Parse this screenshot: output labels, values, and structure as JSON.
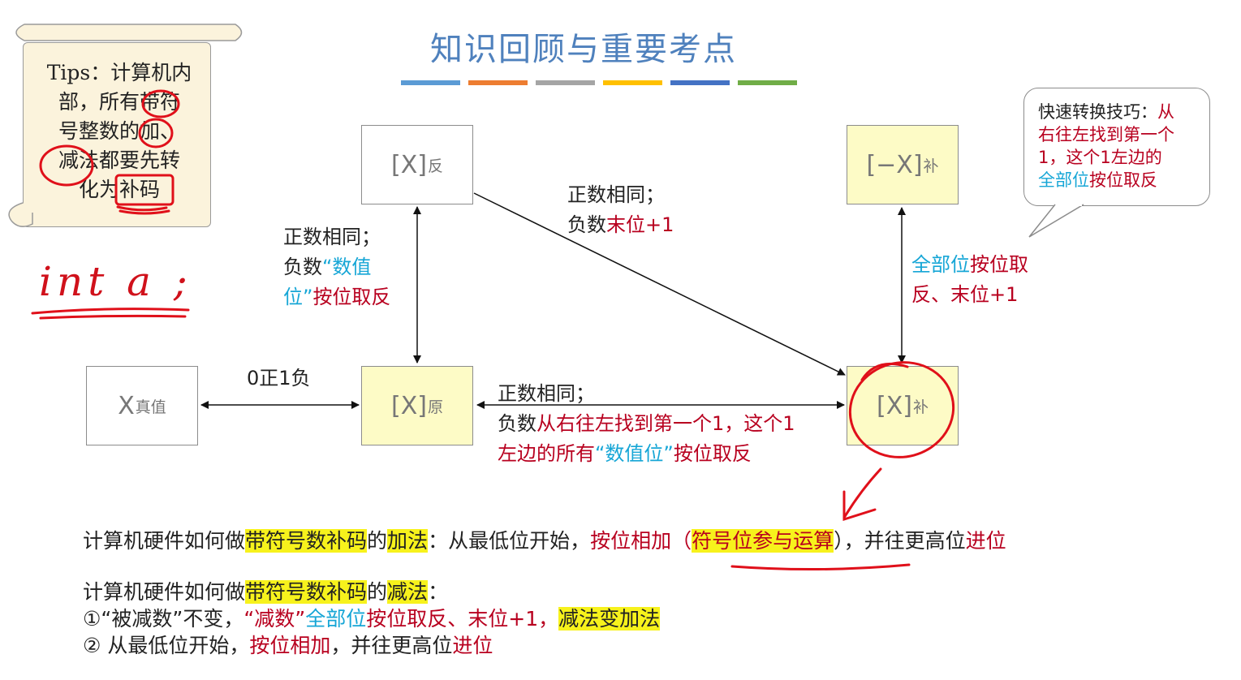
{
  "header": {
    "title": "知识回顾与重要考点",
    "accent_colors": [
      "#5b9bd5",
      "#ed7d31",
      "#a5a5a5",
      "#ffc000",
      "#4472c4",
      "#70ad47"
    ]
  },
  "tips": {
    "lines": [
      "Tips：计算机内",
      "部，所有带符",
      "号整数的加、",
      "减法都要先转",
      "化为补码"
    ]
  },
  "handwriting": {
    "text": "int a ;"
  },
  "bubble": {
    "line1_a": "快速转换技巧：",
    "line1_b": "从",
    "line2": "右往左找到第一个",
    "line3": "1，这个1左边的",
    "line4_a": "全部位",
    "line4_b": "按位取反"
  },
  "nodes": {
    "true_value": {
      "main": "X",
      "sub": "真值"
    },
    "original": {
      "main": "[X]",
      "sub": "原"
    },
    "ones": {
      "main": "[X]",
      "sub": "反"
    },
    "twos": {
      "main": "[X]",
      "sub": "补"
    },
    "neg_twos": {
      "main": "[−X]",
      "sub": "补"
    }
  },
  "edges": {
    "true_orig": "0正1负",
    "orig_ones": {
      "l1": "正数相同；",
      "l2_a": "负数",
      "l2_b": "“数值",
      "l3_a": "位”",
      "l3_b": "按位取反"
    },
    "ones_twos": {
      "l1": "正数相同；",
      "l2_a": "负数",
      "l2_b": "末位+1"
    },
    "orig_twos": {
      "l1": "正数相同；",
      "l2_a": "负数",
      "l2_b": "从右往左找到第一个1，这个1",
      "l3_a": "左边的所有",
      "l3_b": "“数值位”",
      "l3_c": "按位取反"
    },
    "twos_neg": {
      "l1_a": "全部位",
      "l1_b": "按位取",
      "l2": "反、末位+1"
    }
  },
  "addition": {
    "p1": "计算机硬件如何做",
    "p2": "带符号数补码",
    "p3": "的",
    "p4": "加法",
    "p5": "：从最低位开始，",
    "p6": "按位相加（",
    "p7": "符号位参与运算",
    "p8": "），并往更高位",
    "p9": "进位"
  },
  "subtraction": {
    "p1": "计算机硬件如何做",
    "p2": "带符号数补码",
    "p3": "的",
    "p4": "减法",
    "p5": "：",
    "s1_a": "①“被减数”不变，",
    "s1_b": "“减数”",
    "s1_c": "全部位",
    "s1_d": "按位取反、末位+1，",
    "s1_e": "减法变加法",
    "s2_a": "② 从最低位开始，",
    "s2_b": "按位相加",
    "s2_c": "，并往更高位",
    "s2_d": "进位"
  }
}
